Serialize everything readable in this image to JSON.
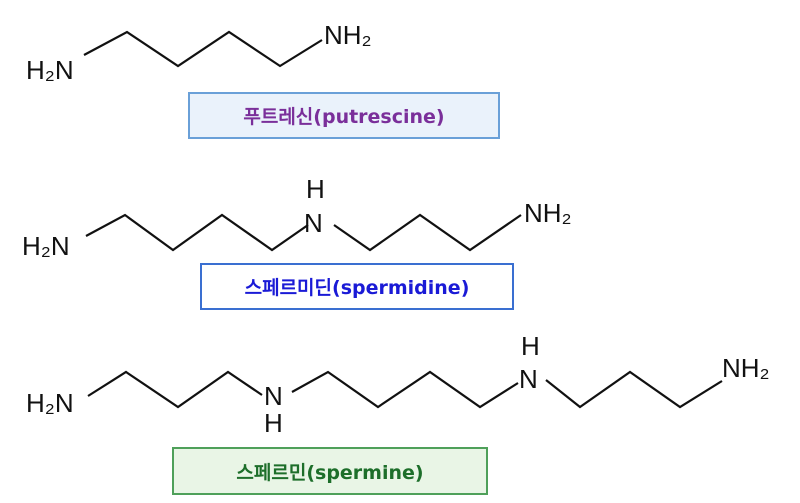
{
  "molecules": {
    "putrescine": {
      "caption": "푸트레신(putrescine)",
      "left_group": "H₂N",
      "right_group": "NH₂"
    },
    "spermidine": {
      "caption": "스페르미딘(spermidine)",
      "left_group": "H₂N",
      "right_group": "NH₂",
      "imine_n": "N",
      "imine_h": "H"
    },
    "spermine": {
      "caption": "스페르민(spermine)",
      "left_group": "H₂N",
      "right_group": "NH₂",
      "imine1_n": "N",
      "imine1_h": "H",
      "imine2_n": "N",
      "imine2_h": "H"
    }
  },
  "colors": {
    "putrescine_text": "#7a2f9a",
    "spermidine_text": "#1a1ad6",
    "spermine_text": "#1d6e2a"
  }
}
